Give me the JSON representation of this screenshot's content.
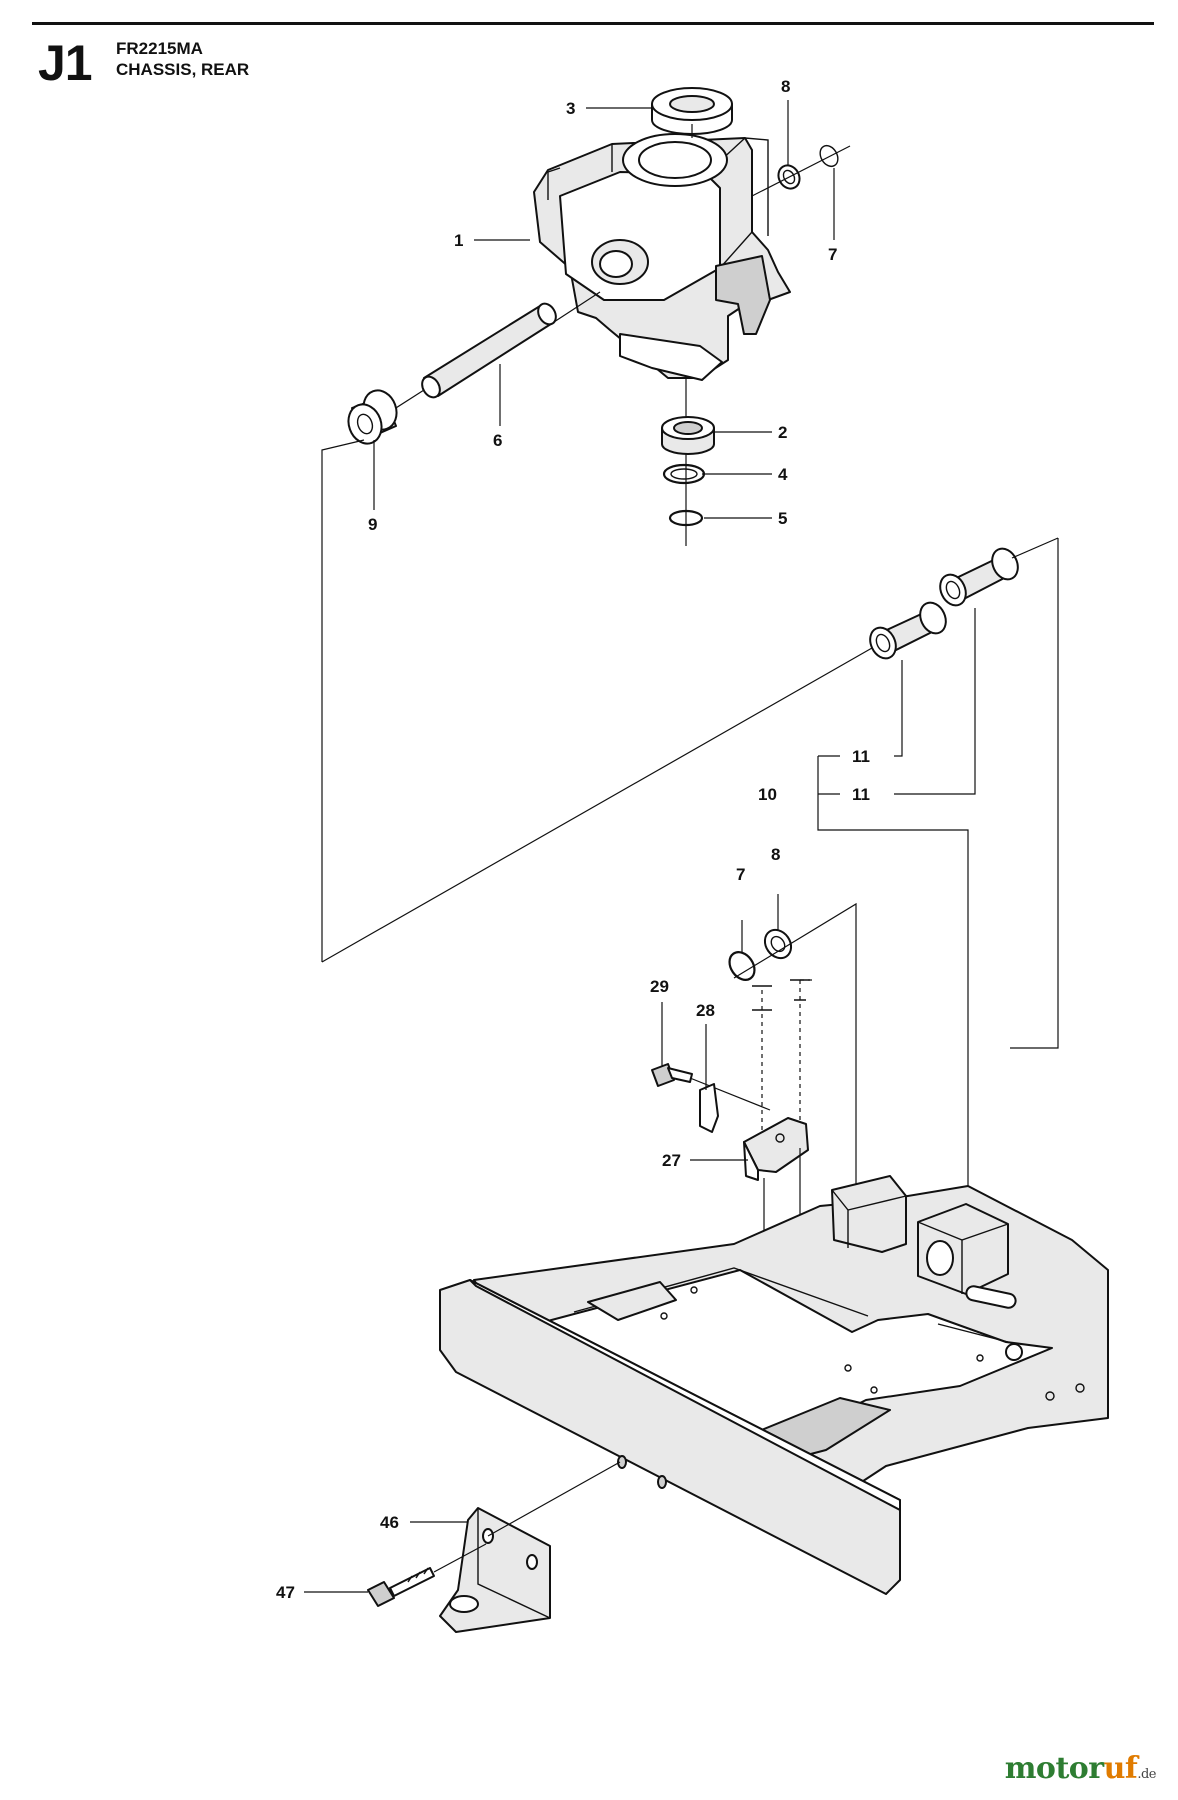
{
  "header": {
    "section_code": "J1",
    "model": "FR2215MA",
    "subtitle": "CHASSIS, REAR"
  },
  "callouts": {
    "c3": "3",
    "c8a": "8",
    "c7a": "7",
    "c1": "1",
    "c6": "6",
    "c9": "9",
    "c2": "2",
    "c4": "4",
    "c5": "5",
    "c11a": "11",
    "c10": "10",
    "c11b": "11",
    "c7b": "7",
    "c8b": "8",
    "c29": "29",
    "c28": "28",
    "c27": "27",
    "c46": "46",
    "c47": "47"
  },
  "watermark": {
    "brand_a": "motor",
    "brand_b": "uf",
    "tld": ".de"
  }
}
